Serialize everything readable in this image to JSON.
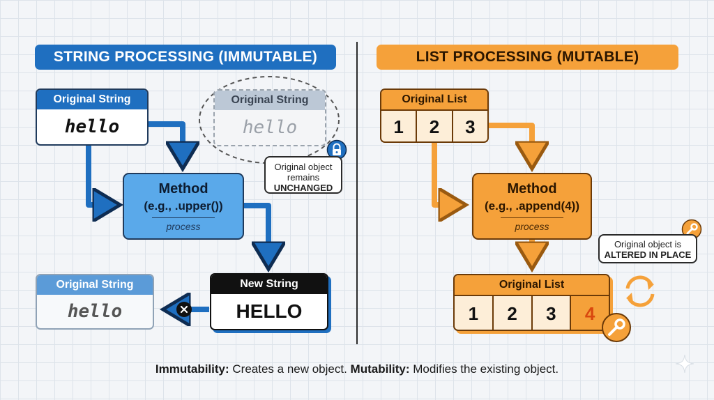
{
  "left": {
    "banner": "STRING PROCESSING (IMMUTABLE)",
    "original": {
      "label": "Original String",
      "value": "hello"
    },
    "ghost": {
      "label": "Original String",
      "value": "hello"
    },
    "callout": {
      "line1": "Original object",
      "line2": "remains",
      "line3": "UNCHANGED"
    },
    "method": {
      "title": "Method",
      "call": "(e.g., .upper())",
      "process": "process"
    },
    "new_string": {
      "label": "New String",
      "value": "HELLO"
    },
    "result_original": {
      "label": "Original String",
      "value": "hello"
    }
  },
  "right": {
    "banner": "LIST PROCESSING (MUTABLE)",
    "original": {
      "label": "Original List",
      "values": [
        "1",
        "2",
        "3"
      ]
    },
    "method": {
      "title": "Method",
      "call": "(e.g., .append(4))",
      "process": "process"
    },
    "callout": {
      "line1": "Original object is",
      "line2": "ALTERED IN PLACE"
    },
    "result": {
      "label": "Original List",
      "values": [
        "1",
        "2",
        "3",
        "4"
      ]
    }
  },
  "footer": {
    "immut_label": "Immutability:",
    "immut_text": " Creates a new object. ",
    "mut_label": "Mutability:",
    "mut_text": " Modifies the existing object."
  },
  "colors": {
    "blue": "#1f6fc0",
    "light_blue": "#5aa9ea",
    "orange": "#f5a13a",
    "light_orange": "#fdeed8",
    "highlight": "#e8741c"
  },
  "icons": [
    "lock-icon",
    "wrench-icon",
    "cycle-icon",
    "close-icon",
    "sparkle-icon"
  ]
}
